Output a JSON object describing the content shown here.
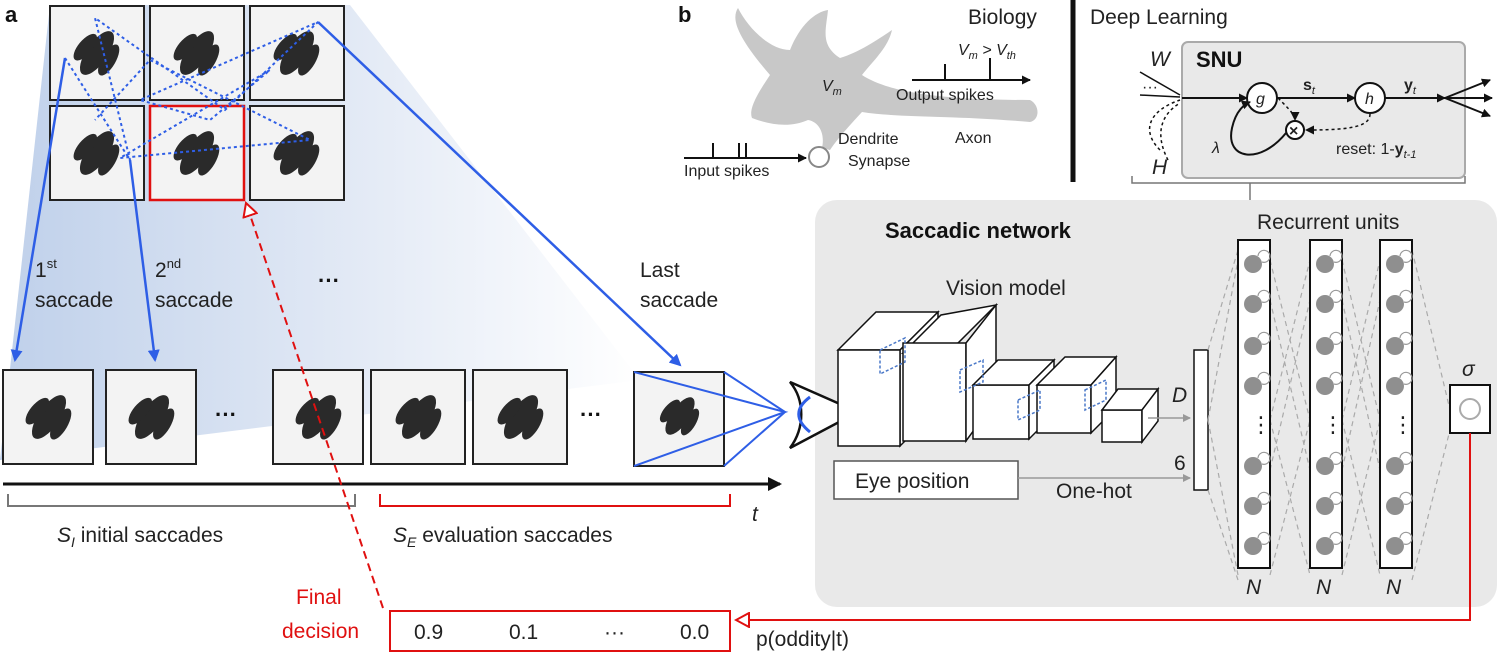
{
  "panel_a": {
    "label": "a",
    "saccade_1_ord": "1",
    "saccade_1_sup": "st",
    "saccade_1_word": "saccade",
    "saccade_2_ord": "2",
    "saccade_2_sup": "nd",
    "saccade_2_word": "saccade",
    "ellipsis": "···",
    "last_saccade_line1": "Last",
    "last_saccade_line2": "saccade",
    "time_symbol": "t",
    "initial_sym": "S",
    "initial_sub": "I",
    "initial_text": " initial saccades",
    "eval_sym": "S",
    "eval_sub": "E",
    "eval_text": " evaluation saccades",
    "final_line1": "Final",
    "final_line2": "decision",
    "probabilities": [
      "0.9",
      "0.1",
      "···",
      "0.0"
    ],
    "p_oddity": "p(oddity|t)"
  },
  "panel_b": {
    "label": "b",
    "biology_title": "Biology",
    "deep_learning_title": "Deep Learning",
    "vm_label": "V",
    "vm_sub": "m",
    "threshold_v": "V",
    "threshold_sub_m": "m",
    "threshold_gt": " > ",
    "threshold_v2": "V",
    "threshold_sub_th": "th",
    "output_spikes": "Output spikes",
    "axon": "Axon",
    "dendrite": "Dendrite",
    "synapse": "Synapse",
    "input_spikes": "Input spikes",
    "snu_title": "SNU",
    "w_label": "W",
    "h_label": "H",
    "g_label": "g",
    "h_node": "h",
    "st_label": "s",
    "st_sub": "t",
    "yt_label": "y",
    "yt_sub": "t",
    "lambda": "λ",
    "times_symbol": "×",
    "reset_label": "reset: 1-",
    "reset_y": "y",
    "reset_sub": "t-1",
    "dots": "···"
  },
  "network": {
    "title": "Saccadic network",
    "vision_model": "Vision model",
    "recurrent_units": "Recurrent units",
    "eye_position": "Eye position",
    "one_hot": "One-hot",
    "d_label": "D",
    "six_label": "6",
    "n_labels": [
      "N",
      "N",
      "N"
    ],
    "sigma": "σ",
    "vertical_dots": "⋮"
  },
  "colors": {
    "blue": "#2e5ee6",
    "red": "#e01010",
    "panel_gray": "#e9e9e9",
    "node_gray": "#8f8f8f"
  }
}
